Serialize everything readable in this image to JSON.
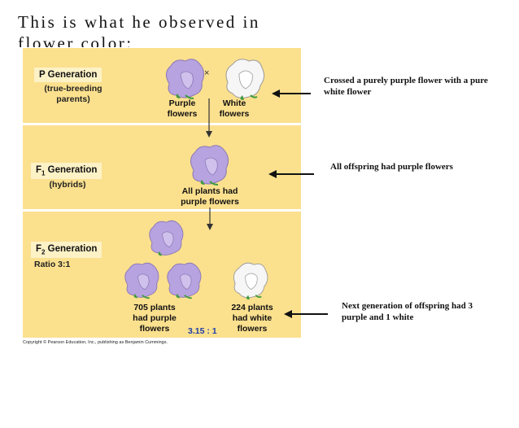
{
  "title": "This is what he observed in flower color:",
  "diagram": {
    "p_generation": {
      "label": "P Generation",
      "sublabel_line1": "(true-breeding",
      "sublabel_line2": "parents)",
      "cross_symbol": "×",
      "purple_line1": "Purple",
      "purple_line2": "flowers",
      "white_line1": "White",
      "white_line2": "flowers"
    },
    "f1_generation": {
      "label_main": "F",
      "label_sub": "1",
      "label_rest": " Generation",
      "sublabel": "(hybrids)",
      "caption_line1": "All plants had",
      "caption_line2": "purple flowers"
    },
    "f2_generation": {
      "label_main": "F",
      "label_sub": "2",
      "label_rest": " Generation",
      "ratio_label": "Ratio 3:1",
      "purple_line1": "705 plants",
      "purple_line2": "had purple",
      "purple_line3": "flowers",
      "white_line1": "224 plants",
      "white_line2": "had white",
      "white_line3": "flowers",
      "ratio": "3.15 : 1"
    },
    "copyright": "Copyright © Pearson Education, Inc., publishing as Benjamin Cummings."
  },
  "annotations": {
    "p_line1": "Crossed a purely purple flower with a pure",
    "p_line2": "white flower",
    "f1": "All offspring had purple flowers",
    "f2_line1": "Next generation of offspring had 3",
    "f2_line2": "purple and 1 white"
  },
  "colors": {
    "band": "#fbe08e",
    "label_box": "#fdf1c6",
    "purple_petal": "#b7a3df",
    "white_petal": "#f6f6f6",
    "leaf": "#3f9b3f",
    "ratio_text": "#1f3ea8"
  }
}
